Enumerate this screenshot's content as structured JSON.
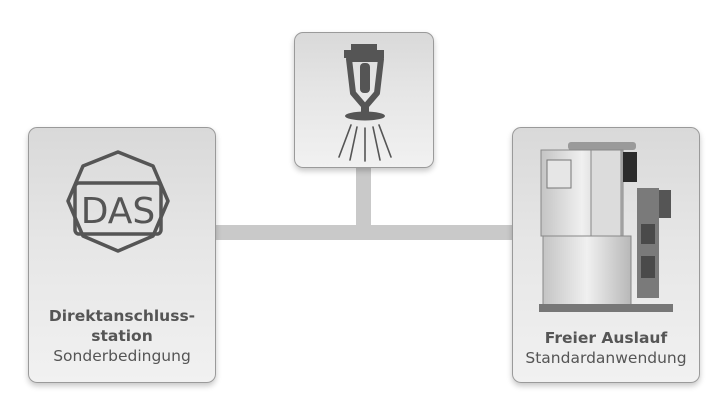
{
  "das_station": {
    "sign_text": "DAS",
    "title_line1": "Direktanschluss-",
    "title_line2": "station",
    "subtitle": "Sonderbedingung",
    "icon": "das-octagon-icon"
  },
  "sprinkler": {
    "icon": "sprinkler-icon"
  },
  "freier_auslauf": {
    "title": "Freier Auslauf",
    "subtitle": "Standardanwendung",
    "icon": "break-tank-unit-icon"
  },
  "colors": {
    "box_border": "#9a9a9a",
    "connector": "#c9c9c9",
    "icon_dark": "#555555",
    "text": "#555555"
  }
}
